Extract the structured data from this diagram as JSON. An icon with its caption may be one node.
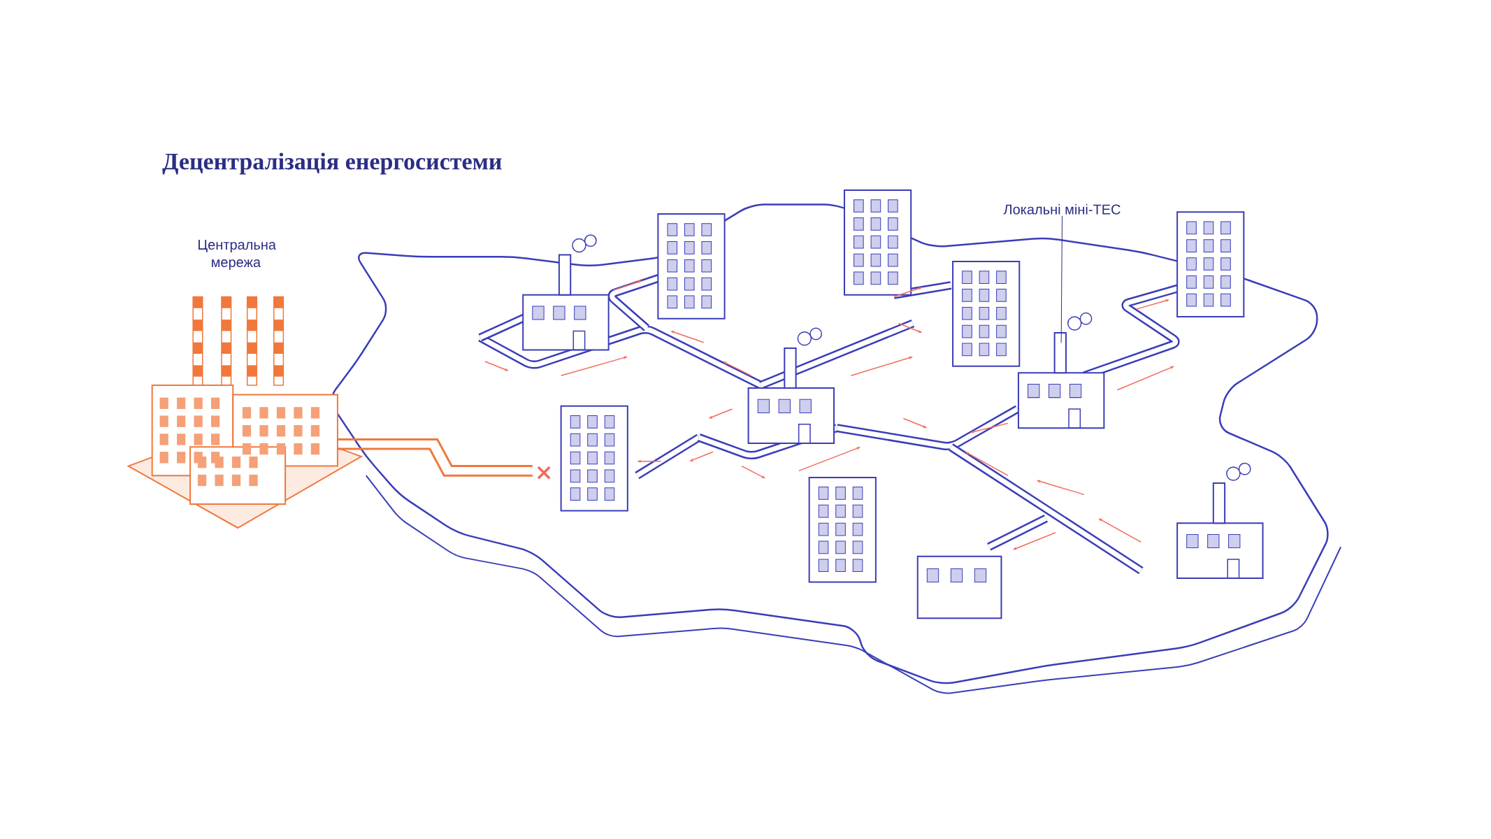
{
  "diagram": {
    "title": "Децентралізація енергосистеми",
    "nodes": [
      {
        "text": [
          "Локальні міні-ТЕС"
        ]
      },
      {
        "text": [],
        "shape": "picture"
      }
    ],
    "edges": [
      {
        "from": 0,
        "to": 1,
        "arrow": "none"
      }
    ],
    "labels": [
      "Центральна мережа"
    ]
  }
}
